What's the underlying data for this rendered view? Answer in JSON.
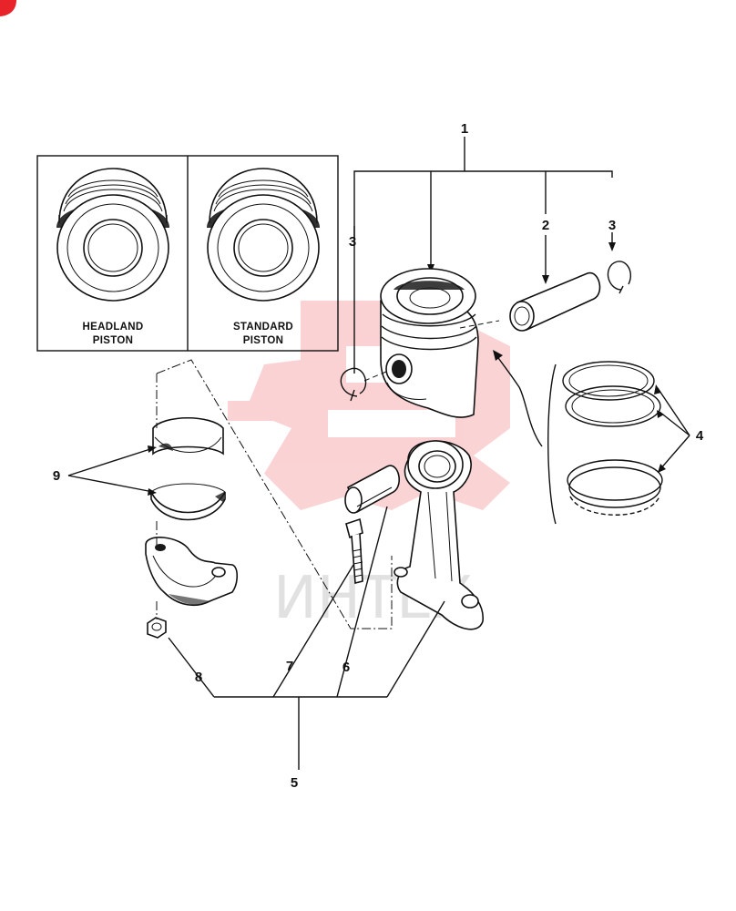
{
  "insets": [
    {
      "label_line1": "HEADLAND",
      "label_line2": "PISTON"
    },
    {
      "label_line1": "STANDARD",
      "label_line2": "PISTON"
    }
  ],
  "callouts": {
    "c1": "1",
    "c2": "2",
    "c3_left": "3",
    "c3_right": "3",
    "c4": "4",
    "c5": "5",
    "c6": "6",
    "c7": "7",
    "c8": "8",
    "c9": "9"
  },
  "watermark": {
    "text": "ИНТЕХ",
    "color": "#e8232a"
  }
}
